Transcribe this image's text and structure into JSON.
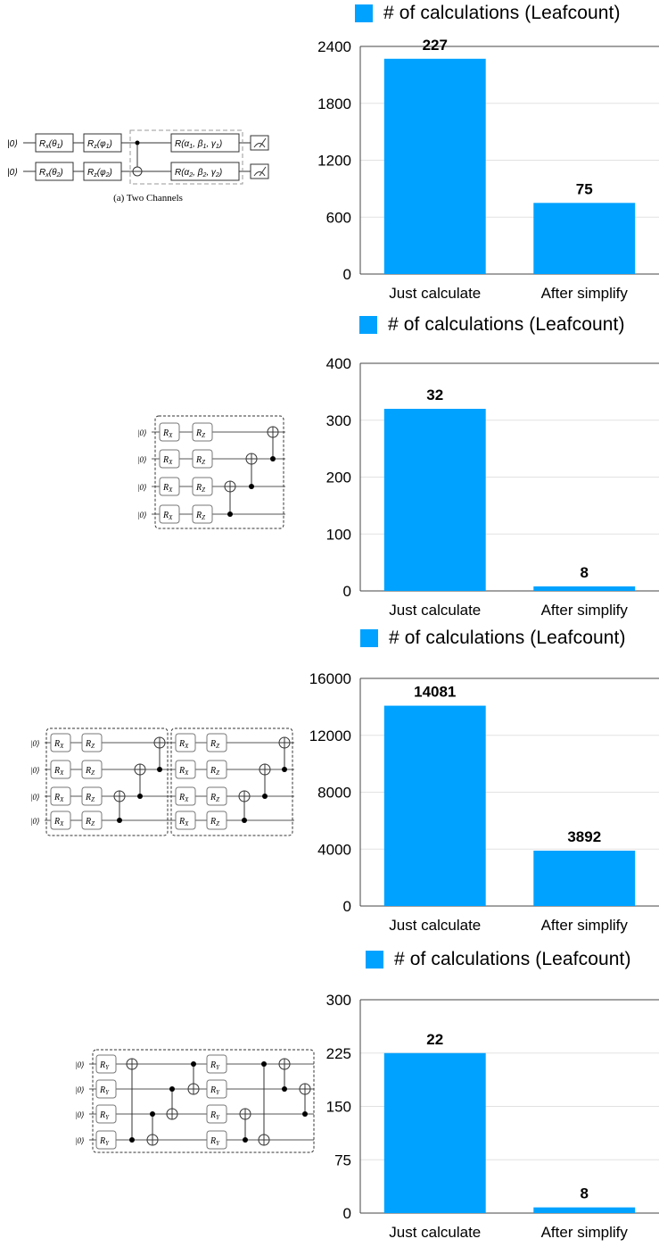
{
  "colors": {
    "bar": "#00A2FF",
    "grid": "#e2e2e2",
    "axis": "#444444"
  },
  "circuits": [
    {
      "caption": "(a) Two Channels",
      "ket": "|0⟩",
      "row1": [
        "R",
        "x",
        "(θ",
        "1",
        ")",
        "R",
        "z",
        "(φ",
        "1",
        ")",
        "R(α",
        "1",
        ", β",
        "1",
        ", γ",
        "1",
        ")"
      ],
      "row2": [
        "R",
        "x",
        "(θ",
        "2",
        ")",
        "R",
        "z",
        "(φ",
        "2",
        ")",
        "R(α",
        "2",
        ", β",
        "2",
        ", γ",
        "2",
        ")"
      ]
    },
    {
      "ket": "|0⟩",
      "gate_x": "R",
      "gate_x_sub": "X",
      "gate_z": "R",
      "gate_z_sub": "Z"
    },
    {
      "ket": "|0⟩",
      "gate_x": "R",
      "gate_x_sub": "X",
      "gate_z": "R",
      "gate_z_sub": "Z"
    },
    {
      "ket": "|0⟩",
      "gate_y": "R",
      "gate_y_sub": "Y"
    }
  ],
  "chart_data": [
    {
      "type": "bar",
      "legend": "# of calculations (Leafcount)",
      "categories": [
        "Just calculate",
        "After simplify"
      ],
      "values": [
        2270,
        750
      ],
      "data_labels": [
        "227",
        "75"
      ],
      "yticks": [
        "0",
        "600",
        "1200",
        "1800",
        "2400"
      ],
      "ylim": [
        0,
        2400
      ],
      "grid": true
    },
    {
      "type": "bar",
      "legend": "# of calculations (Leafcount)",
      "categories": [
        "Just calculate",
        "After simplify"
      ],
      "values": [
        320,
        8
      ],
      "data_labels": [
        "32",
        "8"
      ],
      "yticks": [
        "0",
        "100",
        "200",
        "300",
        "400"
      ],
      "ylim": [
        0,
        400
      ],
      "grid": true
    },
    {
      "type": "bar",
      "legend": "# of calculations (Leafcount)",
      "categories": [
        "Just calculate",
        "After simplify"
      ],
      "values": [
        14081,
        3892
      ],
      "data_labels": [
        "14081",
        "3892"
      ],
      "yticks": [
        "0",
        "4000",
        "8000",
        "12000",
        "16000"
      ],
      "ylim": [
        0,
        16000
      ],
      "grid": true
    },
    {
      "type": "bar",
      "legend": "# of calculations (Leafcount)",
      "categories": [
        "Just calculate",
        "After simplify"
      ],
      "values": [
        225,
        8
      ],
      "data_labels": [
        "22",
        "8"
      ],
      "yticks": [
        "0",
        "75",
        "150",
        "225",
        "300"
      ],
      "ylim": [
        0,
        300
      ],
      "grid": true
    }
  ]
}
